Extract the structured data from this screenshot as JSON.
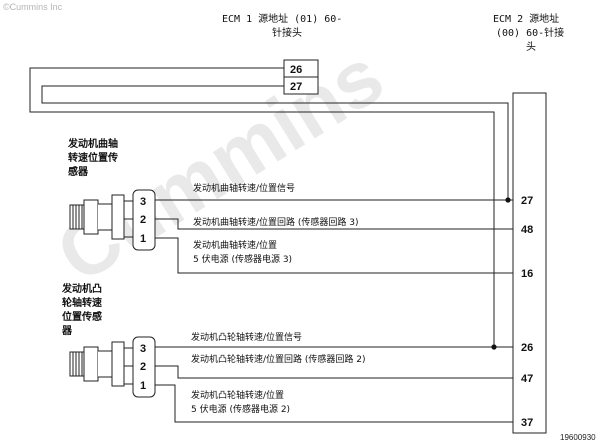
{
  "watermark": {
    "copyright": "©Cummins Inc",
    "brand": "Cummins"
  },
  "ecm1": {
    "title_line1": "ECM 1 源地址 (01) 60-",
    "title_line2": "针接头",
    "pins": [
      "26",
      "27"
    ]
  },
  "ecm2": {
    "title_line1": "ECM 2 源地址",
    "title_line2": "(00) 60-针接",
    "title_line3": "头",
    "pins": [
      "27",
      "48",
      "16",
      "26",
      "47",
      "37"
    ]
  },
  "crank_sensor": {
    "label_line1": "发动机曲轴",
    "label_line2": "转速位置传",
    "label_line3": "感器",
    "pins": [
      "3",
      "2",
      "1"
    ],
    "wire_signal": "发动机曲轴转速/位置信号",
    "wire_return": "发动机曲轴转速/位置回路 (传感器回路 3)",
    "wire_supply_line1": "发动机曲轴转速/位置",
    "wire_supply_line2": "5 伏电源 (传感器电源 3)"
  },
  "cam_sensor": {
    "label_line1": "发动机凸",
    "label_line2": "轮轴转速",
    "label_line3": "位置传感",
    "label_line4": "器",
    "pins": [
      "3",
      "2",
      "1"
    ],
    "wire_signal": "发动机凸轮轴转速/位置信号",
    "wire_return": "发动机凸轮轴转速/位置回路 (传感器回路 2)",
    "wire_supply_line1": "发动机凸轮轴转速/位置",
    "wire_supply_line2": "5 伏电源 (传感器电源 2)"
  },
  "figure_number": "19600930"
}
